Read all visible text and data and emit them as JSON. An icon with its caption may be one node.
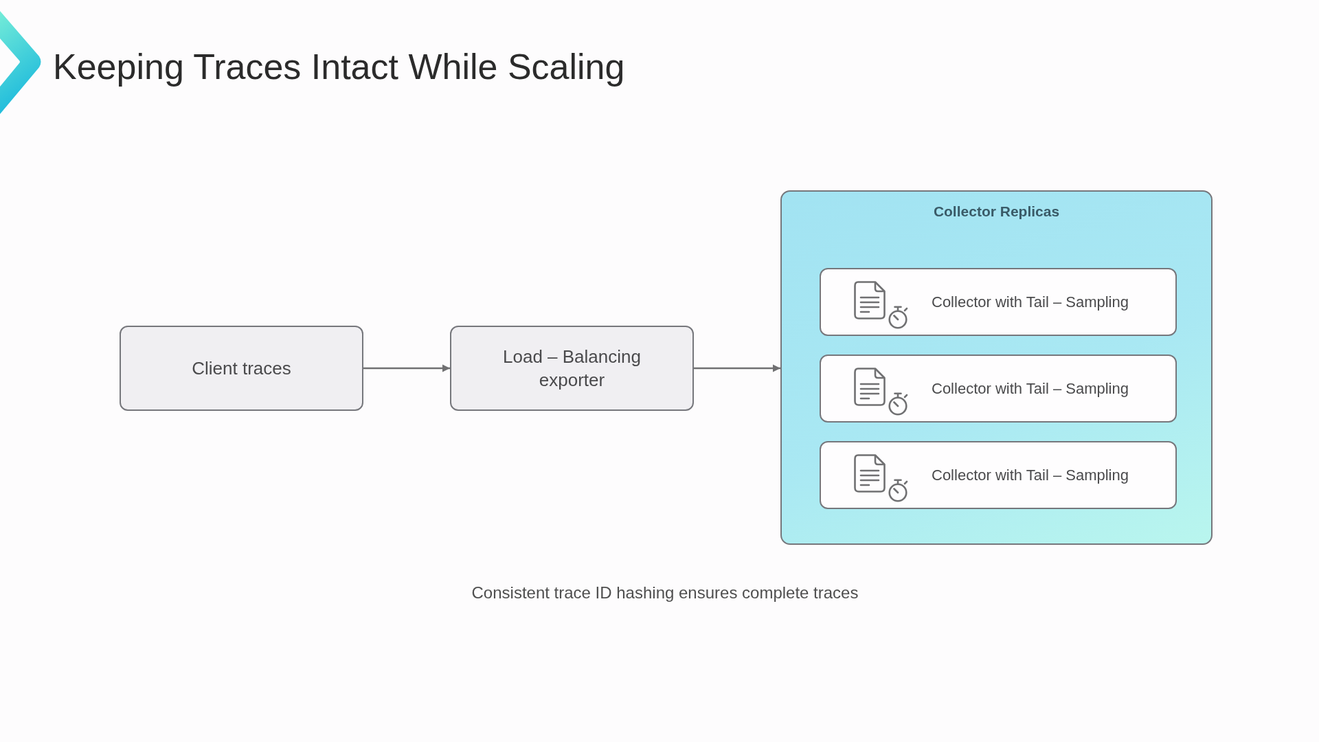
{
  "diagram": {
    "title": "Keeping Traces Intact While Scaling",
    "caption": "Consistent trace ID hashing ensures complete traces",
    "nodes": [
      {
        "text": [
          "Client traces"
        ]
      },
      {
        "text": [
          "Load – Balancing exporter"
        ]
      },
      {
        "text": [
          "Collector Replicas"
        ]
      },
      {
        "text": [
          "Collector with Tail – Sampling"
        ],
        "in": 2
      },
      {
        "text": [
          "Collector with Tail – Sampling"
        ],
        "in": 2
      },
      {
        "text": [
          "Collector with Tail – Sampling"
        ],
        "in": 2
      }
    ],
    "edges": [
      {
        "from": 0,
        "to": 1,
        "arrow": "to"
      },
      {
        "from": 1,
        "to": 2,
        "arrow": "to"
      }
    ]
  }
}
